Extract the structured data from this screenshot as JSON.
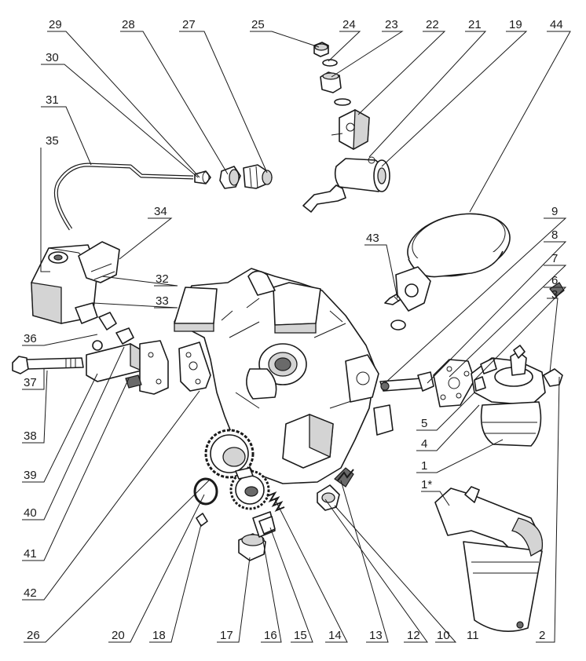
{
  "callouts": [
    {
      "id": "c29",
      "label": "29"
    },
    {
      "id": "c28",
      "label": "28"
    },
    {
      "id": "c27",
      "label": "27"
    },
    {
      "id": "c25",
      "label": "25"
    },
    {
      "id": "c24",
      "label": "24"
    },
    {
      "id": "c23",
      "label": "23"
    },
    {
      "id": "c22",
      "label": "22"
    },
    {
      "id": "c21",
      "label": "21"
    },
    {
      "id": "c19",
      "label": "19"
    },
    {
      "id": "c44",
      "label": "44"
    },
    {
      "id": "c30",
      "label": "30"
    },
    {
      "id": "c31",
      "label": "31"
    },
    {
      "id": "c35",
      "label": "35"
    },
    {
      "id": "c34",
      "label": "34"
    },
    {
      "id": "c32",
      "label": "32"
    },
    {
      "id": "c33",
      "label": "33"
    },
    {
      "id": "c43",
      "label": "43"
    },
    {
      "id": "c9",
      "label": "9"
    },
    {
      "id": "c8",
      "label": "8"
    },
    {
      "id": "c7",
      "label": "7"
    },
    {
      "id": "c6",
      "label": "6"
    },
    {
      "id": "c3",
      "label": "3"
    },
    {
      "id": "c36",
      "label": "36"
    },
    {
      "id": "c37",
      "label": "37"
    },
    {
      "id": "c38",
      "label": "38"
    },
    {
      "id": "c39",
      "label": "39"
    },
    {
      "id": "c40",
      "label": "40"
    },
    {
      "id": "c41",
      "label": "41"
    },
    {
      "id": "c42",
      "label": "42"
    },
    {
      "id": "c5",
      "label": "5"
    },
    {
      "id": "c4",
      "label": "4"
    },
    {
      "id": "c1",
      "label": "1"
    },
    {
      "id": "c1s",
      "label": "1*"
    },
    {
      "id": "c26",
      "label": "26"
    },
    {
      "id": "c20",
      "label": "20"
    },
    {
      "id": "c18",
      "label": "18"
    },
    {
      "id": "c17",
      "label": "17"
    },
    {
      "id": "c16",
      "label": "16"
    },
    {
      "id": "c15",
      "label": "15"
    },
    {
      "id": "c14",
      "label": "14"
    },
    {
      "id": "c13",
      "label": "13"
    },
    {
      "id": "c12",
      "label": "12"
    },
    {
      "id": "c10",
      "label": "10"
    },
    {
      "id": "c11",
      "label": "11"
    },
    {
      "id": "c2",
      "label": "2"
    }
  ]
}
